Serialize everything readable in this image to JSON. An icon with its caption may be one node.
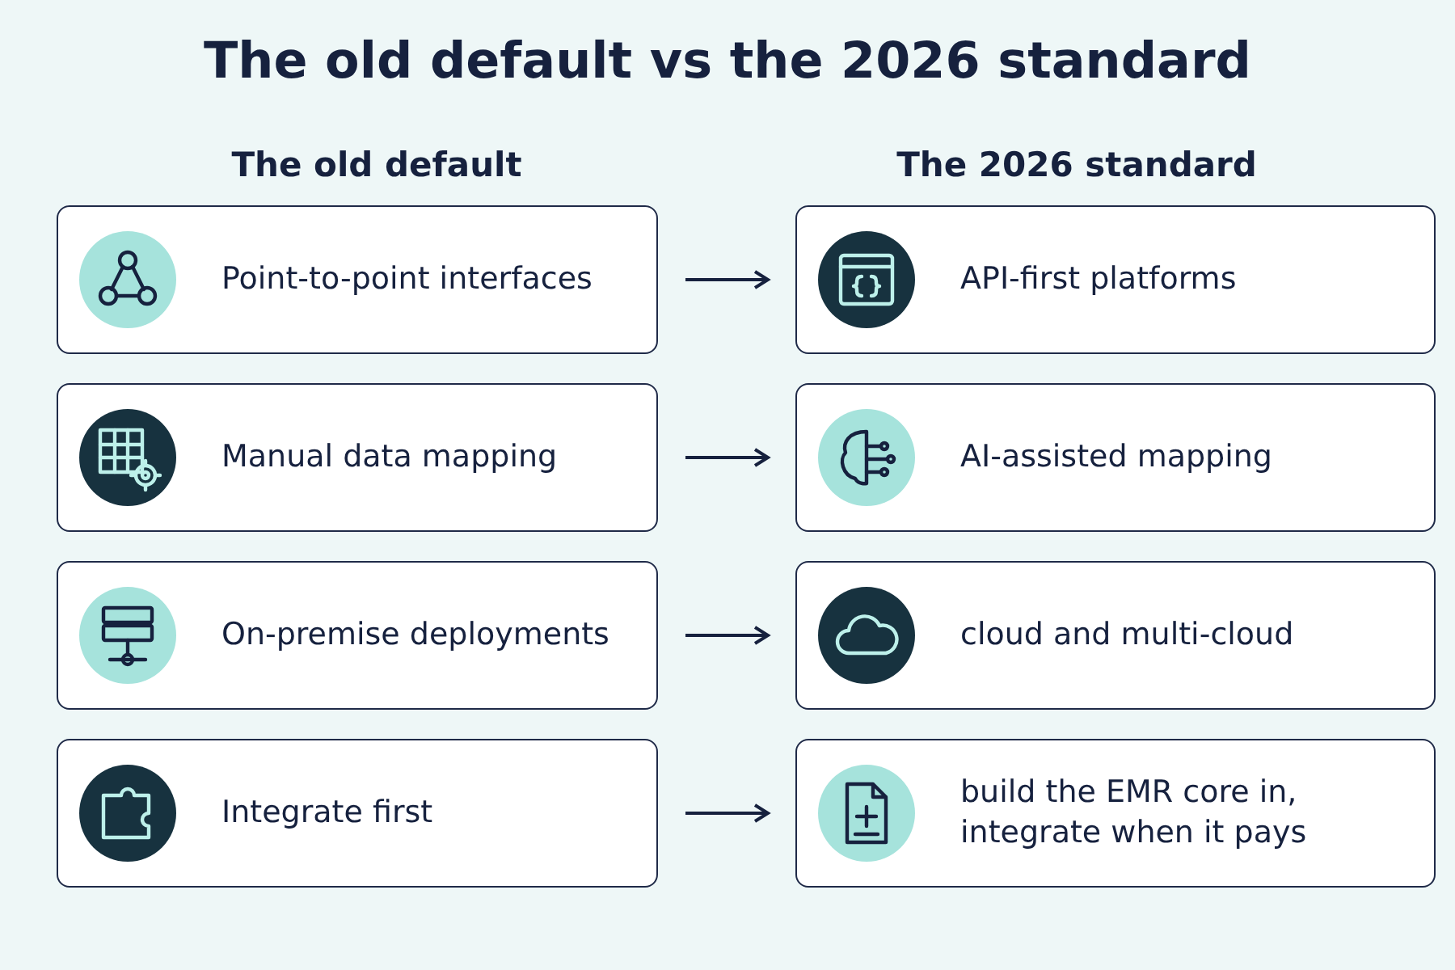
{
  "diagram": {
    "title": "The old default vs the 2026 standard",
    "nodes": [
      {
        "text": [
          "Point-to-point interfaces"
        ]
      },
      {
        "text": [
          "Manual data mapping"
        ]
      },
      {
        "text": [
          "On-premise deployments"
        ]
      },
      {
        "text": [
          "Integrate first"
        ]
      },
      {
        "text": [
          "API-first platforms"
        ]
      },
      {
        "text": [
          "AI-assisted mapping"
        ]
      },
      {
        "text": [
          "cloud and multi-cloud"
        ]
      },
      {
        "text": [
          "build the EMR core in, integrate when it pays"
        ]
      }
    ],
    "edges": [
      {
        "from": 0,
        "to": 4,
        "arrow": "to"
      },
      {
        "from": 1,
        "to": 5,
        "arrow": "to"
      },
      {
        "from": 2,
        "to": 6,
        "arrow": "to"
      },
      {
        "from": 3,
        "to": 7,
        "arrow": "to"
      }
    ],
    "labels": [
      "The old default",
      "The 2026 standard"
    ]
  }
}
